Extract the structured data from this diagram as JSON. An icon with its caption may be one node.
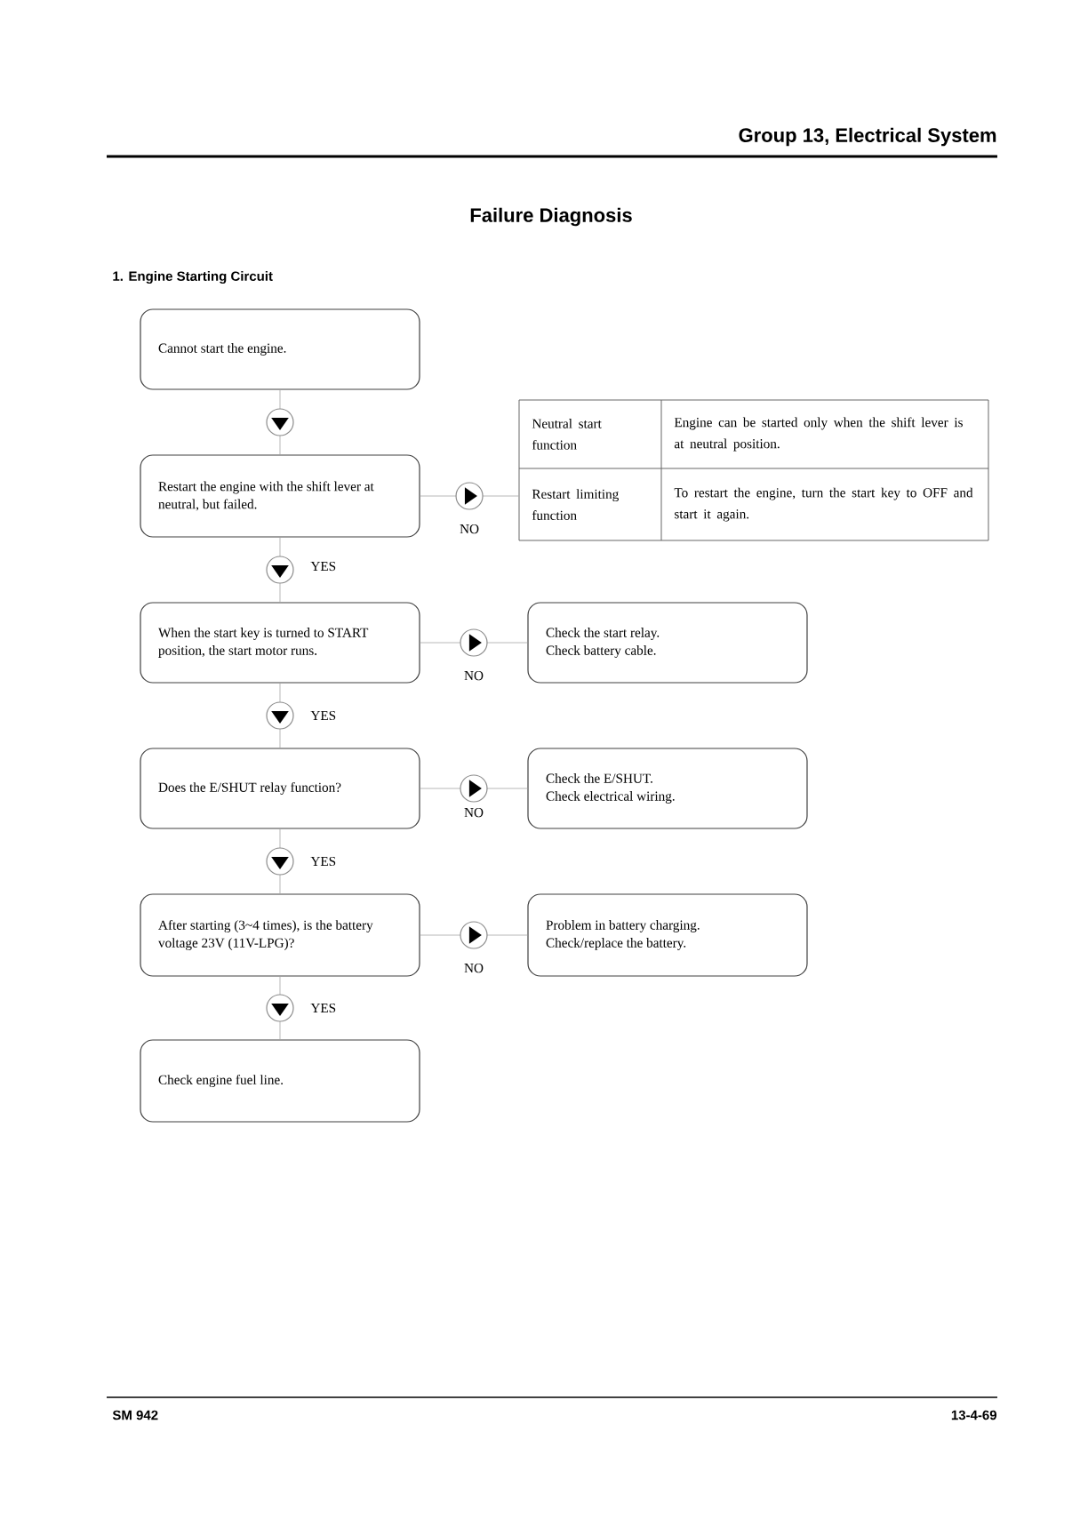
{
  "diagram": {
    "title": "Failure Diagnosis",
    "nodes": [
      {
        "text": [
          "Cannot start the engine."
        ]
      },
      {
        "text": [
          "Restart the engine with the shift lever at neutral, but failed."
        ]
      },
      {
        "text": [
          "Neutral start function",
          "Engine can be started only when the shift lever is at neutral position.",
          "Restart limiting function",
          "To restart the engine, turn the start key to OFF and start it again."
        ]
      },
      {
        "text": [
          "When the start key is turned to START position, the start motor runs."
        ]
      },
      {
        "text": [
          "Check the start relay.",
          "Check battery cable."
        ]
      },
      {
        "text": [
          "Does the E/SHUT relay function?"
        ]
      },
      {
        "text": [
          "Check the E/SHUT.",
          "Check electrical wiring."
        ]
      },
      {
        "text": [
          "After starting (3~4 times), is the battery voltage 23V (11V-LPG)?"
        ]
      },
      {
        "text": [
          "Problem in battery charging.",
          "Check/replace the battery."
        ]
      },
      {
        "text": [
          "Check engine fuel line."
        ]
      }
    ],
    "edges": [
      {
        "from": 0,
        "to": 1,
        "arrow": "to"
      },
      {
        "from": 1,
        "to": 3,
        "arrow": "to",
        "label": "YES"
      },
      {
        "from": 1,
        "to": 2,
        "arrow": "to",
        "label": "NO"
      },
      {
        "from": 3,
        "to": 5,
        "arrow": "to",
        "label": "YES"
      },
      {
        "from": 3,
        "to": 4,
        "arrow": "to",
        "label": "NO"
      },
      {
        "from": 5,
        "to": 7,
        "arrow": "to",
        "label": "YES"
      },
      {
        "from": 5,
        "to": 6,
        "arrow": "to",
        "label": "NO"
      },
      {
        "from": 7,
        "to": 9,
        "arrow": "to",
        "label": "YES"
      },
      {
        "from": 7,
        "to": 8,
        "arrow": "to",
        "label": "NO"
      }
    ],
    "labels": [
      "Group 13, Electrical System",
      "1. Engine Starting Circuit",
      "SM 942",
      "13-4-69"
    ]
  }
}
